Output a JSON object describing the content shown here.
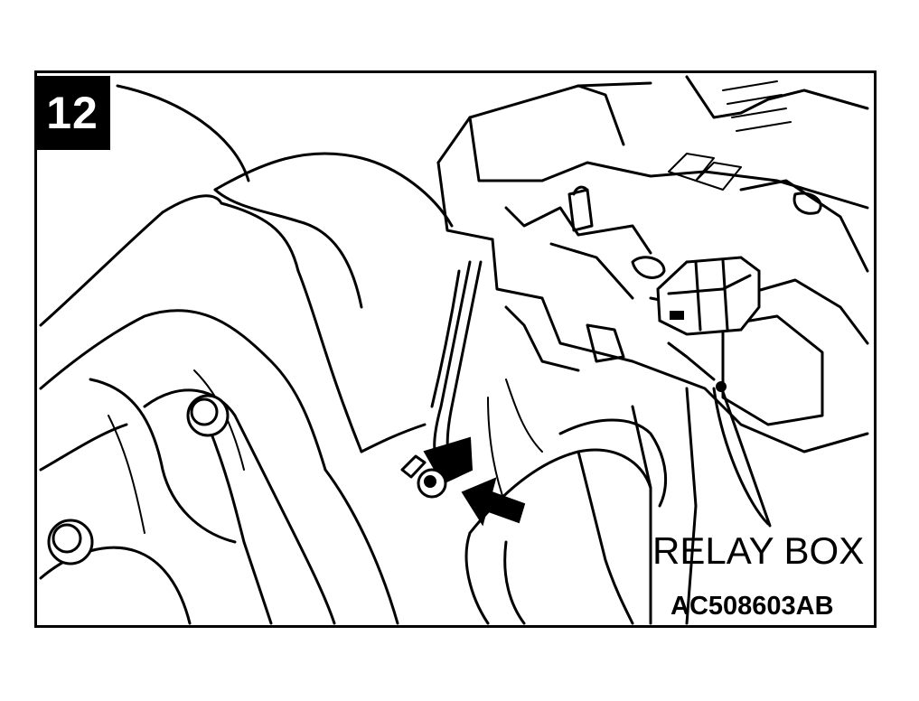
{
  "figure": {
    "step_number": "12",
    "callout_label": "RELAY BOX",
    "figure_code": "AC508603AB"
  },
  "icons": {
    "direction_arrow": "arrow-icon"
  }
}
